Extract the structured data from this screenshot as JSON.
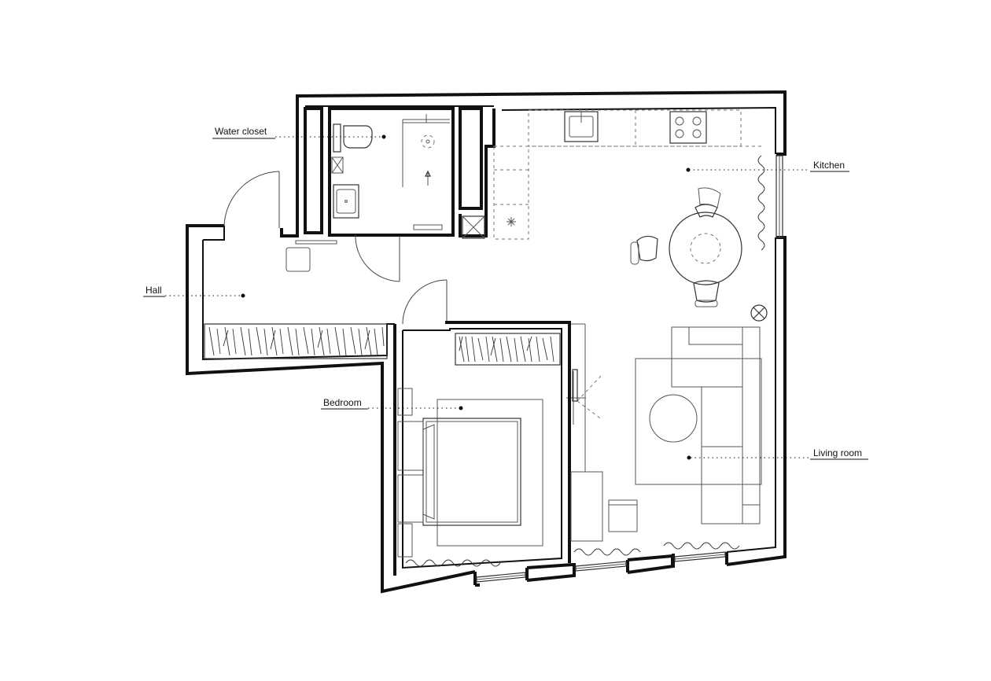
{
  "rooms": {
    "water_closet": "Water closet",
    "kitchen": "Kitchen",
    "hall": "Hall",
    "bedroom": "Bedroom",
    "living_room": "Living room"
  }
}
